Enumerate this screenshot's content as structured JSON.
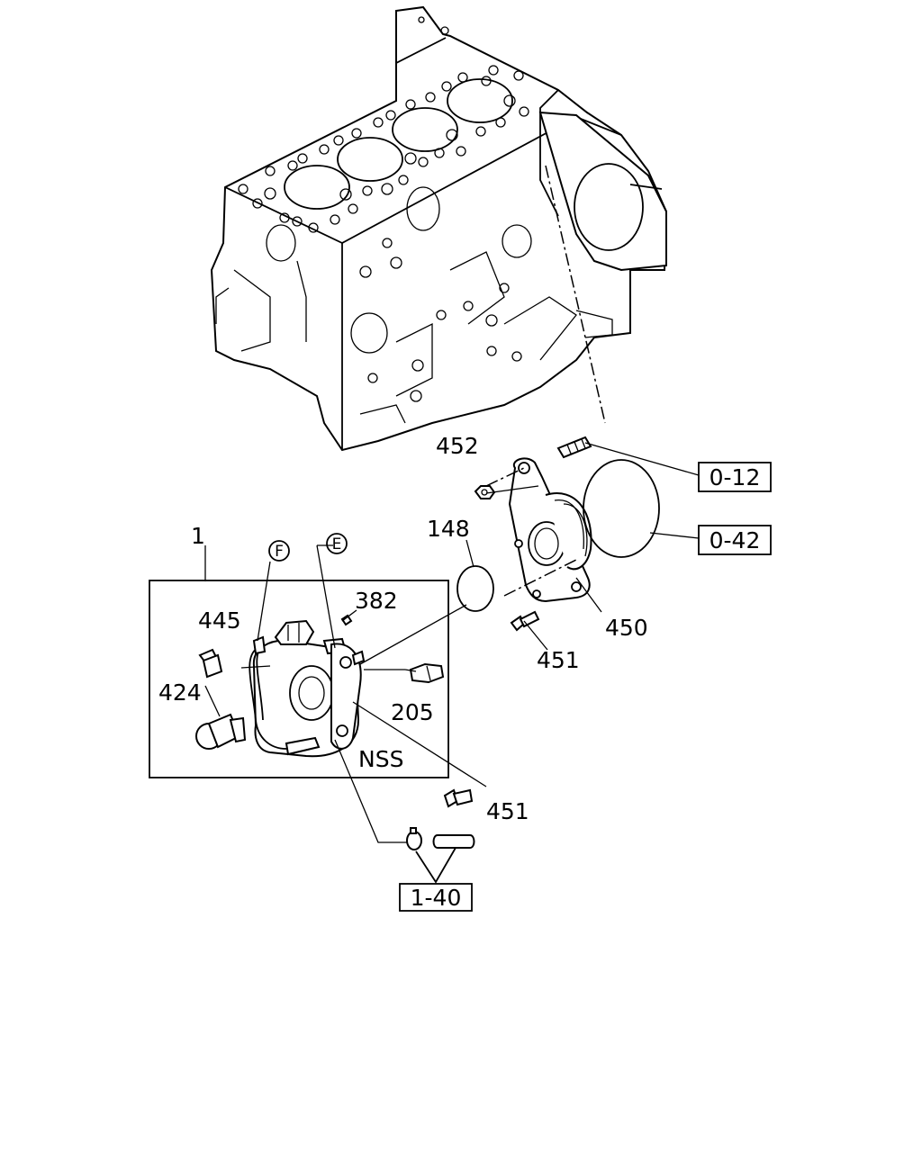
{
  "callouts": {
    "c1": "1",
    "c148": "148",
    "c205": "205",
    "c382": "382",
    "c424": "424",
    "c445": "445",
    "c450": "450",
    "c451a": "451",
    "c451b": "451",
    "c452": "452",
    "nss": "NSS"
  },
  "references": {
    "r012": "0-12",
    "r042": "0-42",
    "r140": "1-40"
  },
  "circle_markers": {
    "f": "F",
    "e": "E"
  }
}
